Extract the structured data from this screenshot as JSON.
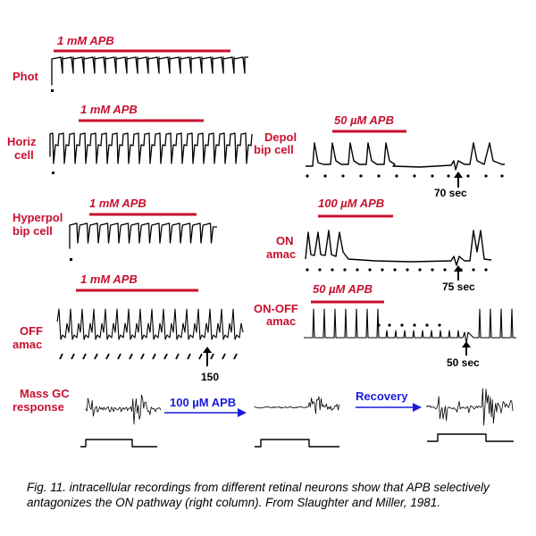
{
  "colors": {
    "label": "#c8102e",
    "bar": "#c8102e",
    "blue": "#1a1adc",
    "trace": "#000000"
  },
  "left_column": {
    "phot": {
      "label": "Phot",
      "drug": "1 mM APB"
    },
    "horiz": {
      "label_line1": "Horiz",
      "label_line2": "cell",
      "drug": "1 mM APB"
    },
    "hyperpol": {
      "label_line1": "Hyperpol",
      "label_line2": "bip cell",
      "drug": "1 mM APB"
    },
    "off_amac": {
      "label_line1": "OFF",
      "label_line2": "amac",
      "drug": "1 mM APB",
      "marker": "150"
    }
  },
  "right_column": {
    "depol": {
      "label_line1": "Depol",
      "label_line2": "bip cell",
      "drug": "50 µM APB",
      "marker": "70 sec"
    },
    "on_amac": {
      "label_line1": "ON",
      "label_line2": "amac",
      "drug": "100 µM APB",
      "marker": "75 sec"
    },
    "on_off_amac": {
      "label_line1": "ON-OFF",
      "label_line2": "amac",
      "drug": "50 µM APB",
      "marker": "50 sec"
    }
  },
  "mass_gc": {
    "label_line1": "Mass GC",
    "label_line2": "response",
    "drug": "100 µM APB",
    "recovery": "Recovery"
  },
  "caption": "Fig. 11. intracellular recordings from different retinal neurons show that APB selectively antagonizes the ON pathway (right column). From Slaughter and Miller, 1981."
}
